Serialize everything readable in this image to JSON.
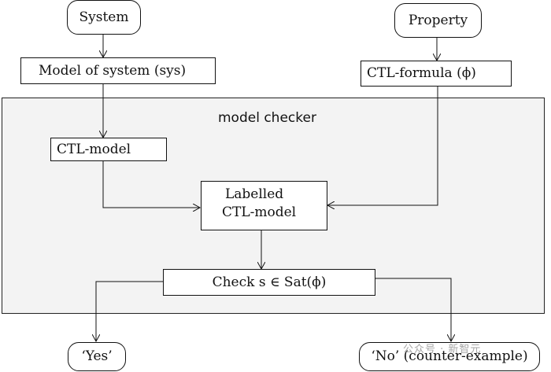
{
  "panel": {
    "title": "model checker"
  },
  "nodes": {
    "system": "System",
    "property": "Property",
    "model_of_system": "Model of system (sys)",
    "ctl_formula": "CTL-formula (ϕ)",
    "ctl_model": "CTL-model",
    "labelled_line1": "Labelled",
    "labelled_line2": "CTL-model",
    "check": "Check s ∈ Sat(ϕ)",
    "yes": "‘Yes’",
    "no": "‘No’ (counter-example)"
  },
  "watermark": "公众号 · 新智元"
}
